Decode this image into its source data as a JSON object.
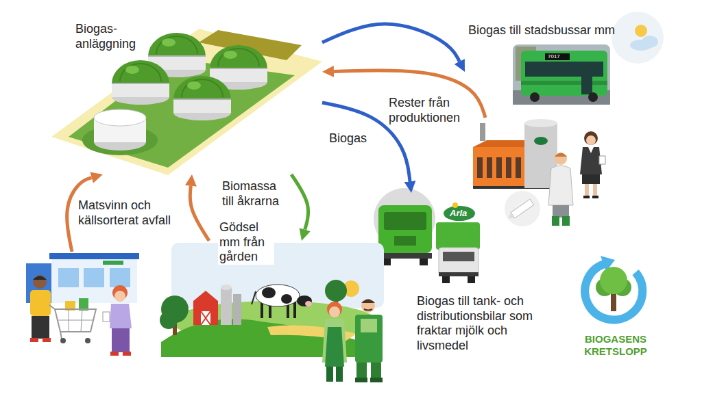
{
  "diagram": {
    "nodes": [
      {
        "text": [
          "Biogas- anläggning"
        ]
      },
      {
        "text": [
          "Biogas till stadsbussar mm",
          "7017"
        ]
      },
      {
        "text": []
      },
      {
        "text": [
          "Arla",
          "Biogas till tank- och distributionsbilar som fraktar mjölk och livsmedel"
        ]
      },
      {
        "text": []
      },
      {
        "text": []
      },
      {
        "text": [
          "BIOGASENS KRETSLOPP"
        ]
      }
    ],
    "edges": [
      {
        "from": 0,
        "to": 1,
        "arrow": "to"
      },
      {
        "from": 2,
        "to": 0,
        "label": "Rester från produktionen",
        "arrow": "to"
      },
      {
        "from": 0,
        "to": 3,
        "label": "Biogas",
        "arrow": "to"
      },
      {
        "from": 0,
        "to": 5,
        "label": "Biomassa till åkrarna",
        "arrow": "to"
      },
      {
        "from": 5,
        "to": 0,
        "label": "Gödsel mm från gården",
        "arrow": "to"
      },
      {
        "from": 4,
        "to": 0,
        "label": "Matsvinn och källsorterat avfall",
        "arrow": "to"
      }
    ]
  }
}
